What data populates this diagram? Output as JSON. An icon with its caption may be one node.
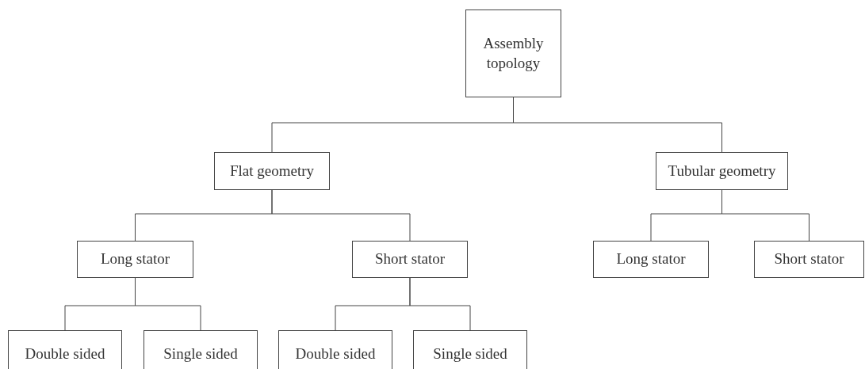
{
  "diagram": {
    "nodes": [
      {
        "text": [
          "Assembly topology"
        ]
      },
      {
        "text": [
          "Flat geometry"
        ]
      },
      {
        "text": [
          "Tubular geometry"
        ]
      },
      {
        "text": [
          "Long stator"
        ]
      },
      {
        "text": [
          "Short stator"
        ]
      },
      {
        "text": [
          "Long stator"
        ]
      },
      {
        "text": [
          "Short stator"
        ]
      },
      {
        "text": [
          "Double sided"
        ]
      },
      {
        "text": [
          "Single sided"
        ]
      },
      {
        "text": [
          "Double sided"
        ]
      },
      {
        "text": [
          "Single sided"
        ]
      }
    ],
    "edges": [
      {
        "from": 0,
        "to": 1,
        "arrow": "none"
      },
      {
        "from": 0,
        "to": 2,
        "arrow": "none"
      },
      {
        "from": 1,
        "to": 3,
        "arrow": "none"
      },
      {
        "from": 1,
        "to": 4,
        "arrow": "none"
      },
      {
        "from": 2,
        "to": 5,
        "arrow": "none"
      },
      {
        "from": 2,
        "to": 6,
        "arrow": "none"
      },
      {
        "from": 3,
        "to": 7,
        "arrow": "none"
      },
      {
        "from": 3,
        "to": 8,
        "arrow": "none"
      },
      {
        "from": 4,
        "to": 9,
        "arrow": "none"
      },
      {
        "from": 4,
        "to": 10,
        "arrow": "none"
      }
    ]
  }
}
